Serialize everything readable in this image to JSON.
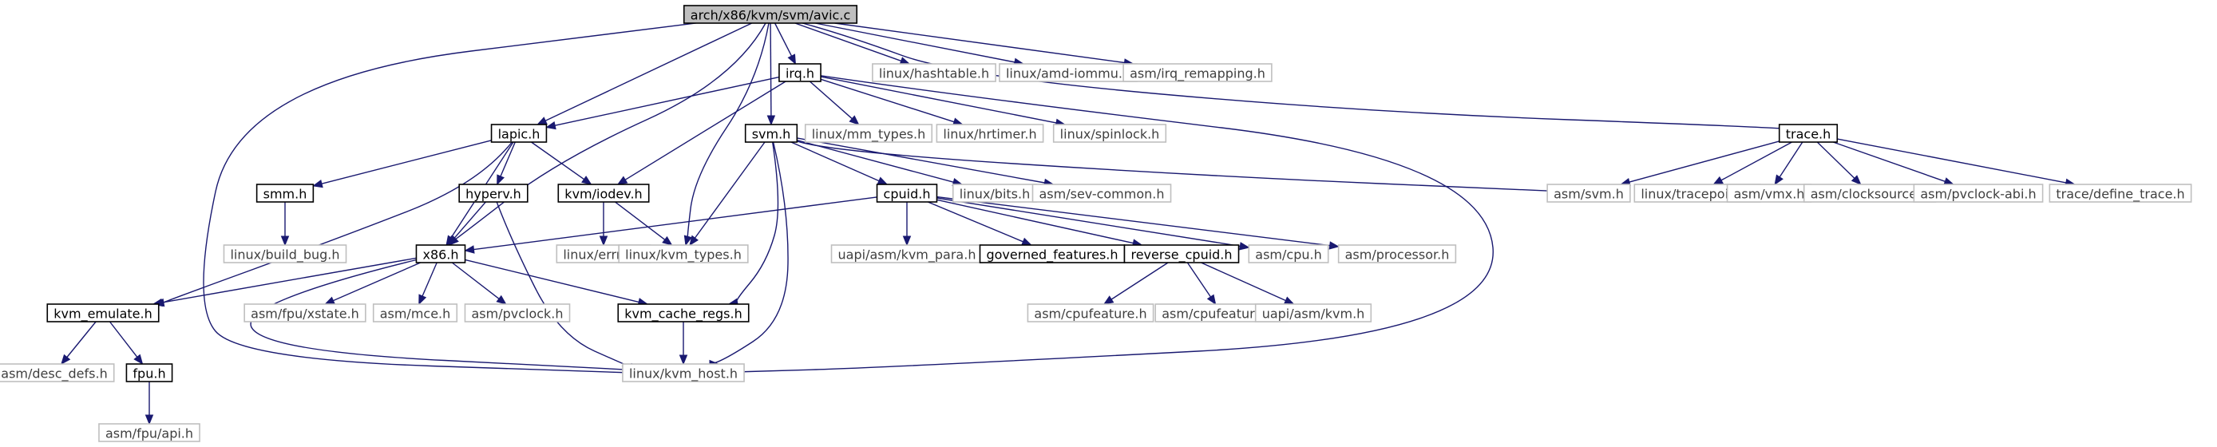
{
  "graph": {
    "style": {
      "edge_color": "#191970",
      "root_fill": "#bfbfbf",
      "documented_border": "#000000",
      "external_border": "#bfbfbf",
      "external_text": "#3f3f3f"
    },
    "nodes": [
      {
        "id": "avic",
        "label": "arch/x86/kvm/svm/avic.c",
        "kind": "root"
      },
      {
        "id": "hashtable",
        "label": "linux/hashtable.h",
        "kind": "external"
      },
      {
        "id": "amd_iommu",
        "label": "linux/amd-iommu.h",
        "kind": "external"
      },
      {
        "id": "irq_remapping",
        "label": "asm/irq_remapping.h",
        "kind": "external"
      },
      {
        "id": "irq",
        "label": "irq.h",
        "kind": "documented"
      },
      {
        "id": "mm_types",
        "label": "linux/mm_types.h",
        "kind": "external"
      },
      {
        "id": "hrtimer",
        "label": "linux/hrtimer.h",
        "kind": "external"
      },
      {
        "id": "spinlock",
        "label": "linux/spinlock.h",
        "kind": "external"
      },
      {
        "id": "lapic",
        "label": "lapic.h",
        "kind": "documented"
      },
      {
        "id": "svm",
        "label": "svm.h",
        "kind": "documented"
      },
      {
        "id": "trace",
        "label": "trace.h",
        "kind": "documented"
      },
      {
        "id": "smm",
        "label": "smm.h",
        "kind": "documented"
      },
      {
        "id": "hyperv",
        "label": "hyperv.h",
        "kind": "documented"
      },
      {
        "id": "kvm_iodev",
        "label": "kvm/iodev.h",
        "kind": "documented"
      },
      {
        "id": "cpuid",
        "label": "cpuid.h",
        "kind": "documented"
      },
      {
        "id": "bits",
        "label": "linux/bits.h",
        "kind": "external"
      },
      {
        "id": "sev_common",
        "label": "asm/sev-common.h",
        "kind": "external"
      },
      {
        "id": "asm_svm",
        "label": "asm/svm.h",
        "kind": "external"
      },
      {
        "id": "tracepoint",
        "label": "linux/tracepoint.h",
        "kind": "external"
      },
      {
        "id": "vmx",
        "label": "asm/vmx.h",
        "kind": "external"
      },
      {
        "id": "clocksource",
        "label": "asm/clocksource.h",
        "kind": "external"
      },
      {
        "id": "pvclock_abi",
        "label": "asm/pvclock-abi.h",
        "kind": "external"
      },
      {
        "id": "define_trace",
        "label": "trace/define_trace.h",
        "kind": "external"
      },
      {
        "id": "build_bug",
        "label": "linux/build_bug.h",
        "kind": "external"
      },
      {
        "id": "errno",
        "label": "linux/errno.h",
        "kind": "external"
      },
      {
        "id": "kvm_types",
        "label": "linux/kvm_types.h",
        "kind": "external"
      },
      {
        "id": "kvm_para",
        "label": "uapi/asm/kvm_para.h",
        "kind": "external"
      },
      {
        "id": "governed",
        "label": "governed_features.h",
        "kind": "documented"
      },
      {
        "id": "reverse_cpuid",
        "label": "reverse_cpuid.h",
        "kind": "documented"
      },
      {
        "id": "asm_cpu",
        "label": "asm/cpu.h",
        "kind": "external"
      },
      {
        "id": "processor",
        "label": "asm/processor.h",
        "kind": "external"
      },
      {
        "id": "x86",
        "label": "x86.h",
        "kind": "documented"
      },
      {
        "id": "kvm_emulate",
        "label": "kvm_emulate.h",
        "kind": "documented"
      },
      {
        "id": "xstate",
        "label": "asm/fpu/xstate.h",
        "kind": "external"
      },
      {
        "id": "mce",
        "label": "asm/mce.h",
        "kind": "external"
      },
      {
        "id": "pvclock",
        "label": "asm/pvclock.h",
        "kind": "external"
      },
      {
        "id": "kvm_cache_regs",
        "label": "kvm_cache_regs.h",
        "kind": "documented"
      },
      {
        "id": "cpufeature",
        "label": "asm/cpufeature.h",
        "kind": "external"
      },
      {
        "id": "cpufeatures",
        "label": "asm/cpufeatures.h",
        "kind": "external"
      },
      {
        "id": "uapi_kvm",
        "label": "uapi/asm/kvm.h",
        "kind": "external"
      },
      {
        "id": "desc_defs",
        "label": "asm/desc_defs.h",
        "kind": "external"
      },
      {
        "id": "fpu",
        "label": "fpu.h",
        "kind": "documented"
      },
      {
        "id": "kvm_host",
        "label": "linux/kvm_host.h",
        "kind": "external"
      },
      {
        "id": "fpu_api",
        "label": "asm/fpu/api.h",
        "kind": "external"
      }
    ],
    "edges": [
      [
        "avic",
        "hashtable"
      ],
      [
        "avic",
        "amd_iommu"
      ],
      [
        "avic",
        "irq_remapping"
      ],
      [
        "avic",
        "irq"
      ],
      [
        "avic",
        "lapic"
      ],
      [
        "avic",
        "svm"
      ],
      [
        "avic",
        "trace"
      ],
      [
        "avic",
        "x86"
      ],
      [
        "avic",
        "kvm_host"
      ],
      [
        "avic",
        "kvm_types"
      ],
      [
        "irq",
        "mm_types"
      ],
      [
        "irq",
        "hrtimer"
      ],
      [
        "irq",
        "spinlock"
      ],
      [
        "irq",
        "lapic"
      ],
      [
        "irq",
        "kvm_iodev"
      ],
      [
        "irq",
        "kvm_host"
      ],
      [
        "lapic",
        "smm"
      ],
      [
        "lapic",
        "hyperv"
      ],
      [
        "lapic",
        "kvm_iodev"
      ],
      [
        "lapic",
        "x86"
      ],
      [
        "lapic",
        "kvm_emulate"
      ],
      [
        "svm",
        "bits"
      ],
      [
        "svm",
        "sev_common"
      ],
      [
        "svm",
        "asm_svm"
      ],
      [
        "svm",
        "cpuid"
      ],
      [
        "svm",
        "kvm_types"
      ],
      [
        "svm",
        "kvm_cache_regs"
      ],
      [
        "svm",
        "kvm_host"
      ],
      [
        "trace",
        "asm_svm"
      ],
      [
        "trace",
        "tracepoint"
      ],
      [
        "trace",
        "vmx"
      ],
      [
        "trace",
        "clocksource"
      ],
      [
        "trace",
        "pvclock_abi"
      ],
      [
        "trace",
        "define_trace"
      ],
      [
        "smm",
        "build_bug"
      ],
      [
        "hyperv",
        "x86"
      ],
      [
        "hyperv",
        "kvm_host"
      ],
      [
        "kvm_iodev",
        "errno"
      ],
      [
        "kvm_iodev",
        "kvm_types"
      ],
      [
        "cpuid",
        "x86"
      ],
      [
        "cpuid",
        "kvm_para"
      ],
      [
        "cpuid",
        "governed"
      ],
      [
        "cpuid",
        "reverse_cpuid"
      ],
      [
        "cpuid",
        "asm_cpu"
      ],
      [
        "cpuid",
        "processor"
      ],
      [
        "x86",
        "kvm_emulate"
      ],
      [
        "x86",
        "xstate"
      ],
      [
        "x86",
        "mce"
      ],
      [
        "x86",
        "pvclock"
      ],
      [
        "x86",
        "kvm_cache_regs"
      ],
      [
        "x86",
        "kvm_host"
      ],
      [
        "reverse_cpuid",
        "cpufeature"
      ],
      [
        "reverse_cpuid",
        "cpufeatures"
      ],
      [
        "reverse_cpuid",
        "uapi_kvm"
      ],
      [
        "kvm_emulate",
        "desc_defs"
      ],
      [
        "kvm_emulate",
        "fpu"
      ],
      [
        "kvm_cache_regs",
        "kvm_host"
      ],
      [
        "fpu",
        "fpu_api"
      ]
    ]
  }
}
